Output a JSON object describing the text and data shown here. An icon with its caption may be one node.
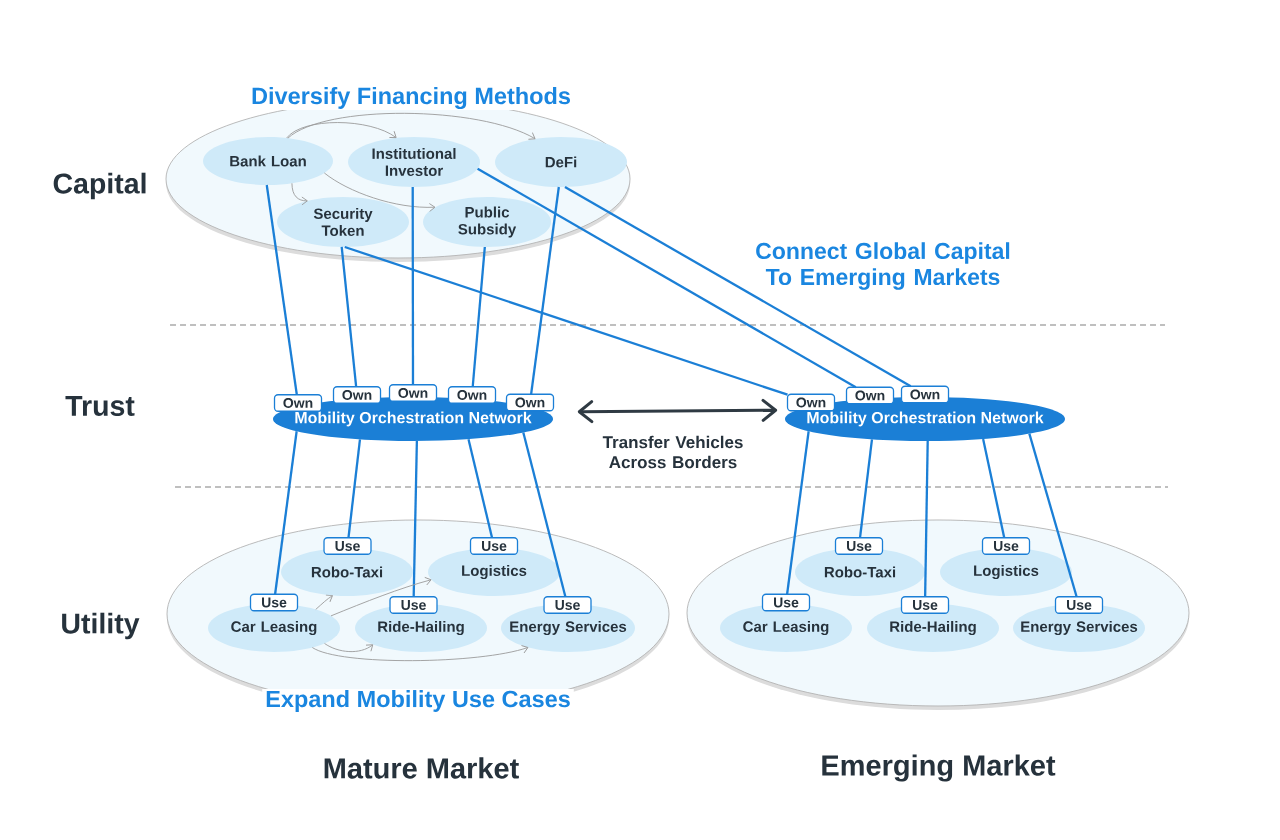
{
  "diagram": {
    "nodes": [
      {
        "text": [
          "Diversify Financing Methods"
        ]
      },
      {
        "text": [
          "Bank Loan"
        ],
        "in": 0
      },
      {
        "text": [
          "Institutional Investor"
        ],
        "in": 0
      },
      {
        "text": [
          "DeFi"
        ],
        "in": 0
      },
      {
        "text": [
          "Security Token"
        ],
        "in": 0
      },
      {
        "text": [
          "Public Subsidy"
        ],
        "in": 0
      },
      {
        "text": [
          "Own"
        ]
      },
      {
        "text": [
          "Own"
        ]
      },
      {
        "text": [
          "Own"
        ]
      },
      {
        "text": [
          "Own"
        ]
      },
      {
        "text": [
          "Own"
        ]
      },
      {
        "text": [
          "Own"
        ]
      },
      {
        "text": [
          "Own"
        ]
      },
      {
        "text": [
          "Own"
        ]
      },
      {
        "text": [
          "Mobility Orchestration Network"
        ]
      },
      {
        "text": [
          "Mobility Orchestration Network"
        ]
      },
      {
        "text": [
          "Expand Mobility Use Cases"
        ]
      },
      {
        "text": [
          "Robo-Taxi"
        ],
        "in": 16
      },
      {
        "text": [
          "Logistics"
        ],
        "in": 16
      },
      {
        "text": [
          "Car Leasing"
        ],
        "in": 16
      },
      {
        "text": [
          "Ride-Hailing"
        ],
        "in": 16
      },
      {
        "text": [
          "Energy Services"
        ],
        "in": 16
      },
      {
        "text": [
          "Use"
        ],
        "in": 16
      },
      {
        "text": [
          "Use"
        ],
        "in": 16
      },
      {
        "text": [
          "Use"
        ],
        "in": 16
      },
      {
        "text": [
          "Use"
        ],
        "in": 16
      },
      {
        "text": [
          "Use"
        ],
        "in": 16
      },
      {
        "text": [],
        "shape": "ellipse"
      },
      {
        "text": [
          "Robo-Taxi"
        ],
        "in": 27
      },
      {
        "text": [
          "Logistics"
        ],
        "in": 27
      },
      {
        "text": [
          "Car Leasing"
        ],
        "in": 27
      },
      {
        "text": [
          "Ride-Hailing"
        ],
        "in": 27
      },
      {
        "text": [
          "Energy Services"
        ],
        "in": 27
      },
      {
        "text": [
          "Use"
        ],
        "in": 27
      },
      {
        "text": [
          "Use"
        ],
        "in": 27
      },
      {
        "text": [
          "Use"
        ],
        "in": 27
      },
      {
        "text": [
          "Use"
        ],
        "in": 27
      },
      {
        "text": [
          "Use"
        ],
        "in": 27
      }
    ],
    "edges": [
      {
        "from": 1,
        "to": 2,
        "arrow": "to",
        "color": "#9b9b9b"
      },
      {
        "from": 1,
        "to": 3,
        "arrow": "to",
        "color": "#9b9b9b"
      },
      {
        "from": 1,
        "to": 4,
        "arrow": "to",
        "color": "#9b9b9b"
      },
      {
        "from": 1,
        "to": 5,
        "arrow": "to",
        "color": "#9b9b9b"
      },
      {
        "from": 1,
        "to": 6,
        "arrow": "none"
      },
      {
        "from": 4,
        "to": 7,
        "arrow": "none"
      },
      {
        "from": 2,
        "to": 8,
        "arrow": "none"
      },
      {
        "from": 5,
        "to": 9,
        "arrow": "none"
      },
      {
        "from": 3,
        "to": 10,
        "arrow": "none"
      },
      {
        "from": 4,
        "to": 11,
        "arrow": "none"
      },
      {
        "from": 2,
        "to": 12,
        "arrow": "none"
      },
      {
        "from": 3,
        "to": 13,
        "arrow": "none"
      },
      {
        "from": 14,
        "to": 15,
        "arrow": "both",
        "label": "Transfer Vehicles Across Borders",
        "color": "#2f3a43"
      },
      {
        "from": 14,
        "to": 24,
        "arrow": "none"
      },
      {
        "from": 14,
        "to": 22,
        "arrow": "none"
      },
      {
        "from": 14,
        "to": 25,
        "arrow": "none"
      },
      {
        "from": 14,
        "to": 23,
        "arrow": "none"
      },
      {
        "from": 14,
        "to": 26,
        "arrow": "none"
      },
      {
        "from": 15,
        "to": 35,
        "arrow": "none"
      },
      {
        "from": 15,
        "to": 33,
        "arrow": "none"
      },
      {
        "from": 15,
        "to": 36,
        "arrow": "none"
      },
      {
        "from": 15,
        "to": 34,
        "arrow": "none"
      },
      {
        "from": 15,
        "to": 37,
        "arrow": "none"
      },
      {
        "from": 19,
        "to": 17,
        "arrow": "to",
        "color": "#9b9b9b"
      },
      {
        "from": 19,
        "to": 18,
        "arrow": "to",
        "color": "#9b9b9b"
      },
      {
        "from": 19,
        "to": 20,
        "arrow": "to",
        "color": "#9b9b9b"
      },
      {
        "from": 19,
        "to": 21,
        "arrow": "to",
        "color": "#9b9b9b"
      }
    ],
    "labels": [
      "Capital",
      "Connect Global Capital To Emerging Markets",
      "Trust",
      "Utility",
      "Mature Market",
      "Emerging Market"
    ]
  }
}
